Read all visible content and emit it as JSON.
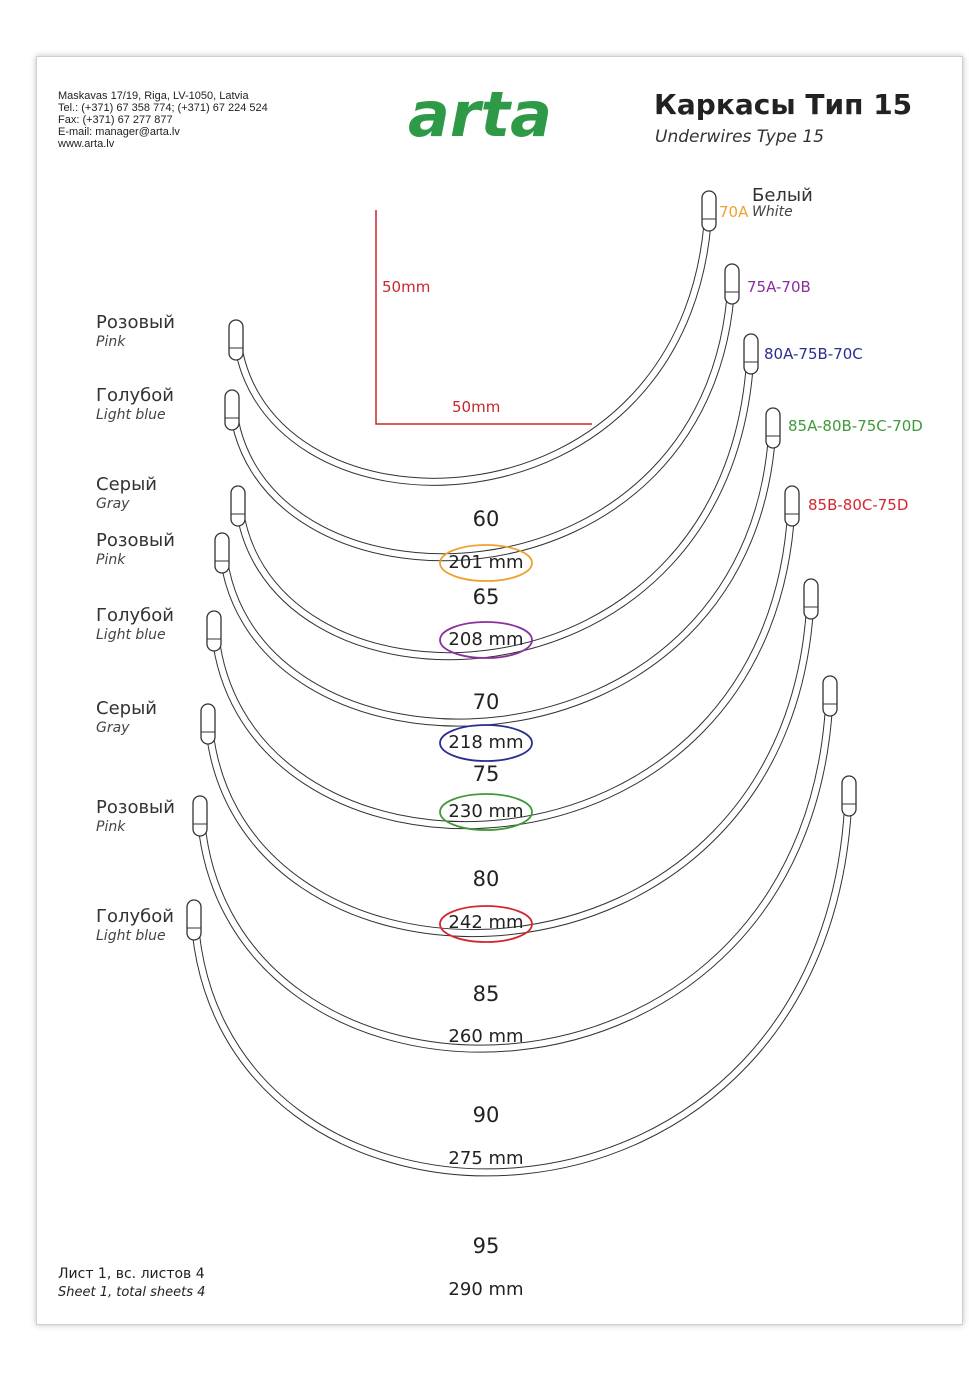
{
  "contact": {
    "address": "Maskavas 17/19, Riga, LV-1050, Latvia",
    "tel": "Tel.: (+371) 67 358 774; (+371) 67 224 524",
    "fax": "Fax: (+371) 67 277 877",
    "email": "E-mail: manager@arta.lv",
    "web": "www.arta.lv"
  },
  "logo": {
    "text": "arta",
    "color": "#2e9a48"
  },
  "title": {
    "ru": "Каркасы Тип 15",
    "en": "Underwires Type 15"
  },
  "scale": {
    "vertical": "50mm",
    "horizontal": "50mm",
    "color": "#c8272e"
  },
  "color_labels": [
    {
      "ru": "Белый",
      "en": "White"
    },
    {
      "ru": "Розовый",
      "en": "Pink"
    },
    {
      "ru": "Голубой",
      "en": "Light blue"
    },
    {
      "ru": "Серый",
      "en": "Gray"
    },
    {
      "ru": "Розовый",
      "en": "Pink"
    },
    {
      "ru": "Голубой",
      "en": "Light blue"
    },
    {
      "ru": "Серый",
      "en": "Gray"
    },
    {
      "ru": "Розовый",
      "en": "Pink"
    },
    {
      "ru": "Голубой",
      "en": "Light blue"
    }
  ],
  "cup_sizes": [
    {
      "text": "70A",
      "color": "#f0a030"
    },
    {
      "text": "75A-70B",
      "color": "#8b2fa0"
    },
    {
      "text": "80A-75B-70C",
      "color": "#2a2f8f"
    },
    {
      "text": "85A-80B-75C-70D",
      "color": "#3f9a38"
    },
    {
      "text": "85B-80C-75D",
      "color": "#d3272f"
    }
  ],
  "wires": [
    {
      "size": "60",
      "length": "201 mm",
      "ring_color": "#f0a030"
    },
    {
      "size": "65",
      "length": "208 mm",
      "ring_color": "#8b2fa0"
    },
    {
      "size": "70",
      "length": "218 mm",
      "ring_color": "#2a2f8f"
    },
    {
      "size": "75",
      "length": "230 mm",
      "ring_color": "#3f9a38"
    },
    {
      "size": "80",
      "length": "242 mm",
      "ring_color": "#d3272f"
    },
    {
      "size": "85",
      "length": "260 mm",
      "ring_color": ""
    },
    {
      "size": "90",
      "length": "275 mm",
      "ring_color": ""
    },
    {
      "size": "95",
      "length": "290 mm",
      "ring_color": ""
    }
  ],
  "footer": {
    "ru": "Лист 1, вс. листов 4",
    "en": "Sheet 1, total sheets 4"
  }
}
